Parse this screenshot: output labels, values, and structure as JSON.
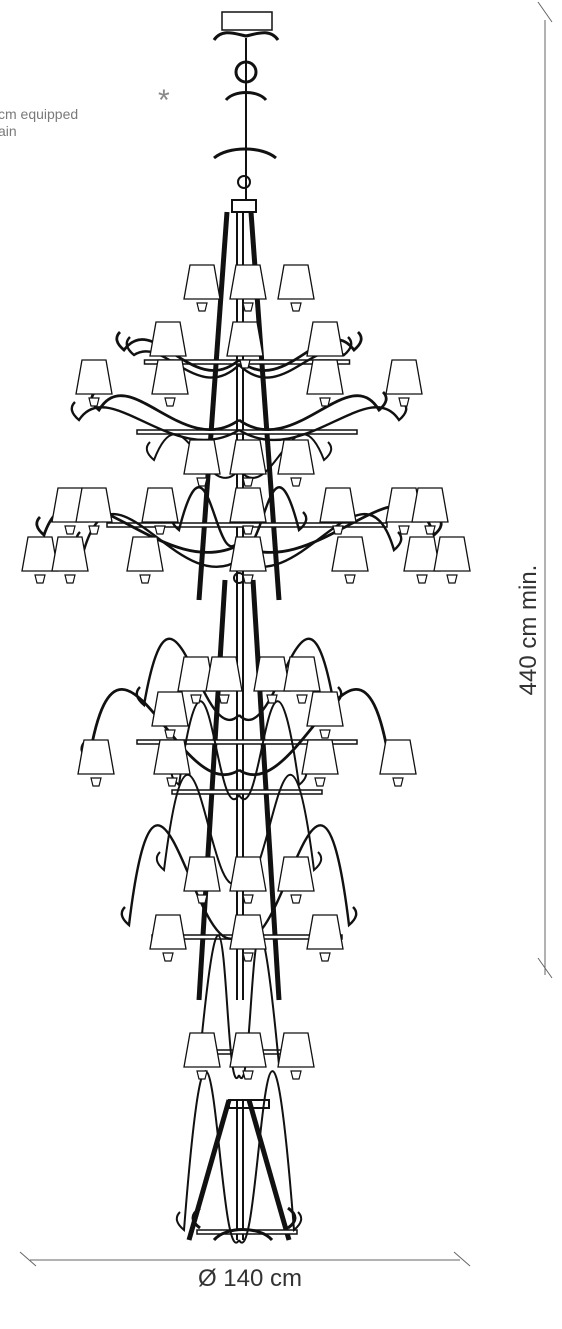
{
  "note": {
    "asterisk": "*",
    "text": "cm equipped\nain"
  },
  "dimensions": {
    "height_label": "440 cm min.",
    "width_label": "Ø 140 cm"
  },
  "drawing": {
    "stroke_color": "#111111",
    "shade_fill": "#ffffff",
    "dimension_line_color": "#666666"
  }
}
